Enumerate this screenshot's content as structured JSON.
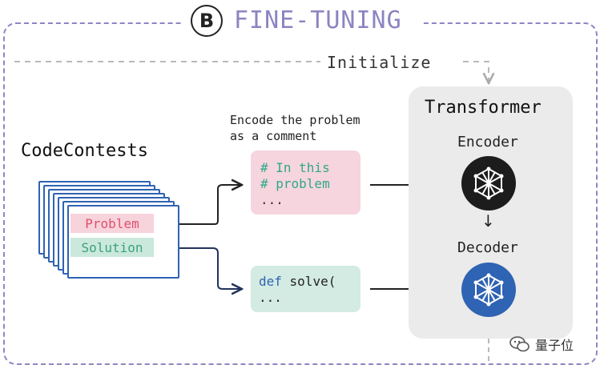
{
  "header": {
    "badge": "B",
    "title": "FINE-TUNING"
  },
  "initialize_label": "Initialize",
  "dataset": {
    "name": "CodeContests",
    "problem_label": "Problem",
    "solution_label": "Solution"
  },
  "encode_caption": [
    "Encode the problem",
    "as a comment"
  ],
  "code_comment": {
    "line1": "# In this",
    "line2": "# problem",
    "line3": "..."
  },
  "code_solution": {
    "keyword": "def",
    "rest": " solve(",
    "line2": "..."
  },
  "transformer": {
    "title": "Transformer",
    "encoder": "Encoder",
    "decoder": "Decoder"
  },
  "watermark": "量子位",
  "colors": {
    "accent_purple": "#8b84c2",
    "card_blue": "#2f63b3",
    "problem_pink": "#f7d3db",
    "solution_green": "#cbe8dc",
    "encoder_black": "#1c1c1c",
    "decoder_blue": "#2f63b3",
    "panel_grey": "#ebebeb"
  }
}
